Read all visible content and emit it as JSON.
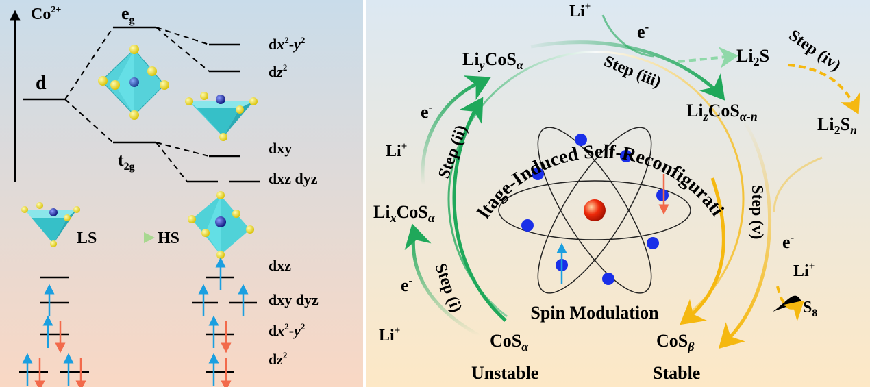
{
  "colors": {
    "left_bg_top": "#c9dcea",
    "left_bg_bottom": "#f9d8c4",
    "right_bg_top": "#dce8f2",
    "right_bg_bottom": "#fde8c6",
    "divider": "#ffffff",
    "spin_up": "#1a9fe0",
    "spin_down": "#f26a4b",
    "green_arrow": "#1fa85a",
    "yellow_arrow": "#f5b810",
    "nucleus": "#ee2a0a",
    "electron": "#1a2fe8",
    "octahedron": "#3fd0d8",
    "ligand": "#f3e21a"
  },
  "left_panel": {
    "ion": {
      "base": "Co",
      "sup": "2+"
    },
    "d_label": "d",
    "eg": {
      "base": "e",
      "sub": "g"
    },
    "t2g": {
      "base": "t",
      "sub": "2g"
    },
    "orbitals_top": {
      "dx2y2": {
        "d": "d",
        "x": "x",
        "s1": "2",
        "dash": "-",
        "y": "y",
        "s2": "2"
      },
      "dz2": {
        "d": "d",
        "z": "z",
        "s": "2"
      },
      "dxy": "dxy",
      "dxz_dyz": "dxz dyz"
    },
    "ls_label": "LS",
    "hs_label": "HS",
    "orbitals_bottom": {
      "dxz": "dxz",
      "dxy_dyz": "dxy dyz",
      "dx2y2": {
        "d": "d",
        "x": "x",
        "s1": "2",
        "dash": "-",
        "y": "y",
        "s2": "2"
      },
      "dz2": {
        "d": "d",
        "z": "z",
        "s": "2"
      }
    }
  },
  "right_panel": {
    "title_arc": "Voltage-Induced Self-Reconfiguration",
    "spin_modulation": "Spin Modulation",
    "species": {
      "cos_alpha": {
        "base": "CoS",
        "sub": "α"
      },
      "unstable": "Unstable",
      "lix": {
        "a": "Li",
        "b": "x",
        "c": "CoS",
        "d": "α"
      },
      "liy": {
        "a": "Li",
        "b": "y",
        "c": "CoS",
        "d": "α"
      },
      "liz": {
        "a": "Li",
        "b": "z",
        "c": "CoS",
        "d": "α-n"
      },
      "li2s": {
        "a": "Li",
        "b": "2",
        "c": "S"
      },
      "li2sn": {
        "a": "Li",
        "b": "2",
        "c": "S",
        "d": "n"
      },
      "cos_beta": {
        "base": "CoS",
        "sub": "β"
      },
      "stable": "Stable",
      "s8": {
        "base": "S",
        "sub": "8"
      }
    },
    "steps": {
      "i": "Step (i)",
      "ii": "Step (ii)",
      "iii": "Step (iii)",
      "iv": "Step (iv)",
      "v": "Step (v)"
    },
    "li_plus": {
      "base": "Li",
      "sup": "+"
    },
    "electron": {
      "base": "e",
      "sup": "-"
    }
  }
}
